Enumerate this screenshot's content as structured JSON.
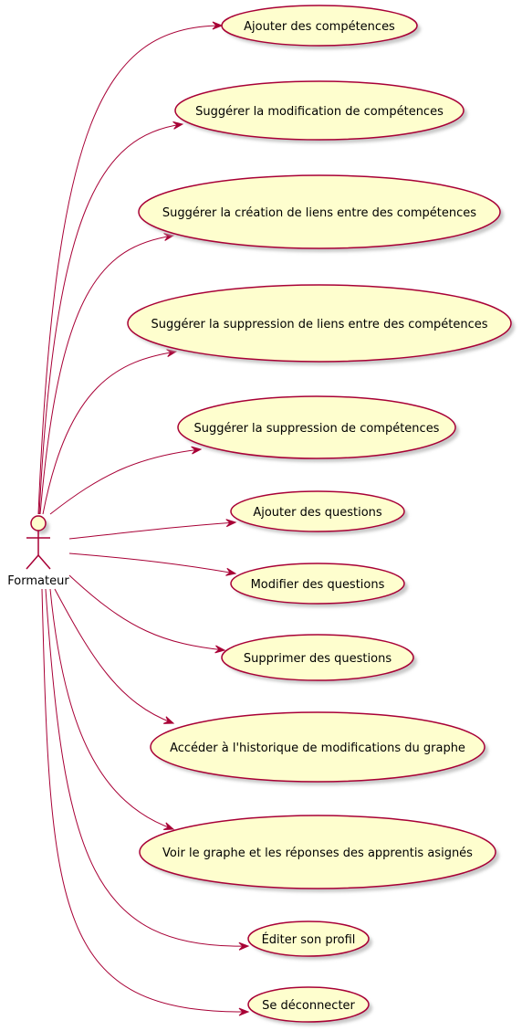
{
  "colors": {
    "line": "#A80036",
    "fill": "#FEFECE",
    "shadow": "#C8C8C8",
    "text": "#000000"
  },
  "actor": {
    "name": "Formateur",
    "icon": "stick-figure-actor-icon"
  },
  "use_cases": [
    {
      "id": "ajouter-competences",
      "label": "Ajouter des compétences"
    },
    {
      "id": "suggerer-modification-competences",
      "label": "Suggérer la modification de compétences"
    },
    {
      "id": "suggerer-creation-liens",
      "label": "Suggérer la création de liens entre des compétences"
    },
    {
      "id": "suggerer-suppression-liens",
      "label": "Suggérer la suppression de liens entre des compétences"
    },
    {
      "id": "suggerer-suppression-competences",
      "label": "Suggérer la suppression de compétences"
    },
    {
      "id": "ajouter-questions",
      "label": "Ajouter des questions"
    },
    {
      "id": "modifier-questions",
      "label": "Modifier des questions"
    },
    {
      "id": "supprimer-questions",
      "label": "Supprimer des questions"
    },
    {
      "id": "acceder-historique",
      "label": "Accéder à l'historique de modifications du graphe"
    },
    {
      "id": "voir-graphe",
      "label": "Voir le graphe et les réponses des apprentis asignés"
    },
    {
      "id": "editer-profil",
      "label": "Éditer son profil"
    },
    {
      "id": "se-deconnecter",
      "label": "Se déconnecter"
    }
  ]
}
